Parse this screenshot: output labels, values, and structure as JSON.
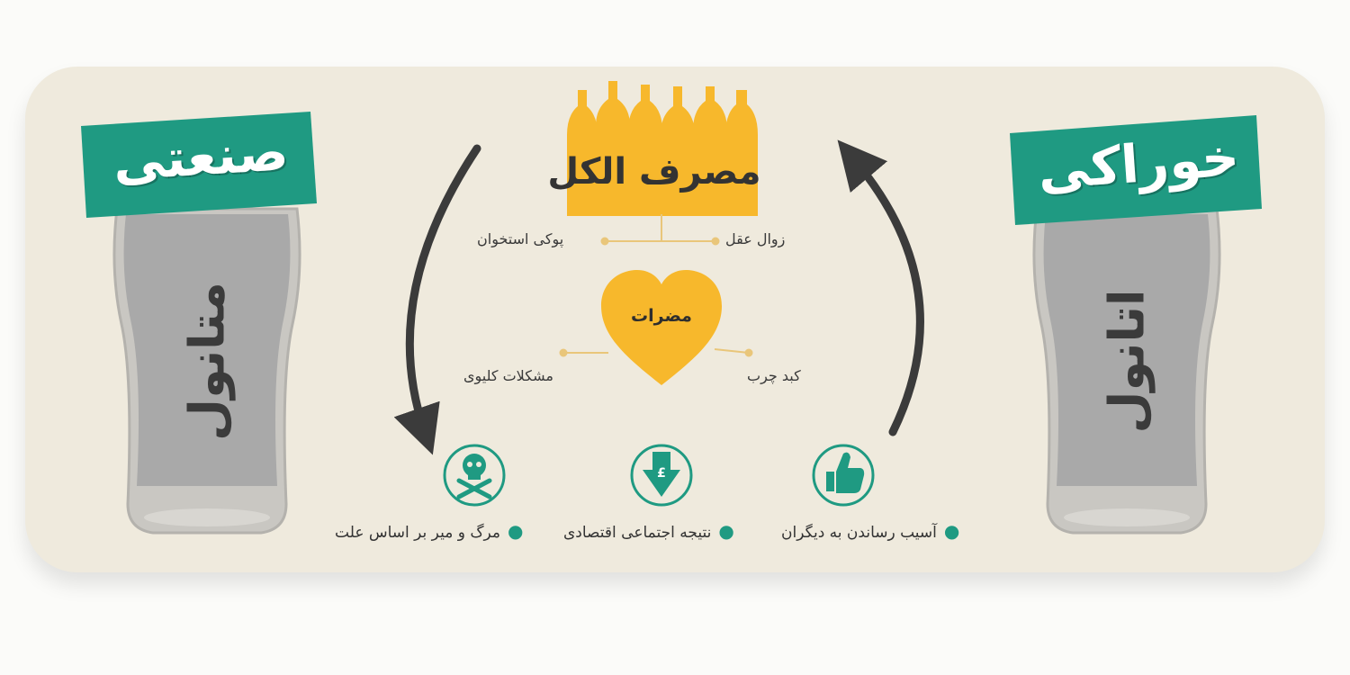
{
  "center": {
    "title": "مصرف الکل",
    "effects": [
      "زوال عقل",
      "پوکی استخوان",
      "کبد چرب",
      "مشکلات کلیوی"
    ],
    "heart_label": "مضرات"
  },
  "left": {
    "banner": "صنعتی",
    "glass": "متانول"
  },
  "right": {
    "banner": "خوراکی",
    "glass": "اتانول"
  },
  "consequences": [
    {
      "text": "آسیب رساندن به دیگران",
      "icon": "thumbs-up-icon"
    },
    {
      "text": "نتیجه اجتماعی اقتصادی",
      "icon": "pound-down-arrow-icon"
    },
    {
      "text": "مرگ و میر بر اساس علت",
      "icon": "skull-crossbones-icon"
    }
  ],
  "colors": {
    "panel": "#efeadd",
    "teal": "#1f9a82",
    "gold": "#f7b82c",
    "glass_gray": "#a9a9a9",
    "arrow": "#3b3b3b"
  }
}
